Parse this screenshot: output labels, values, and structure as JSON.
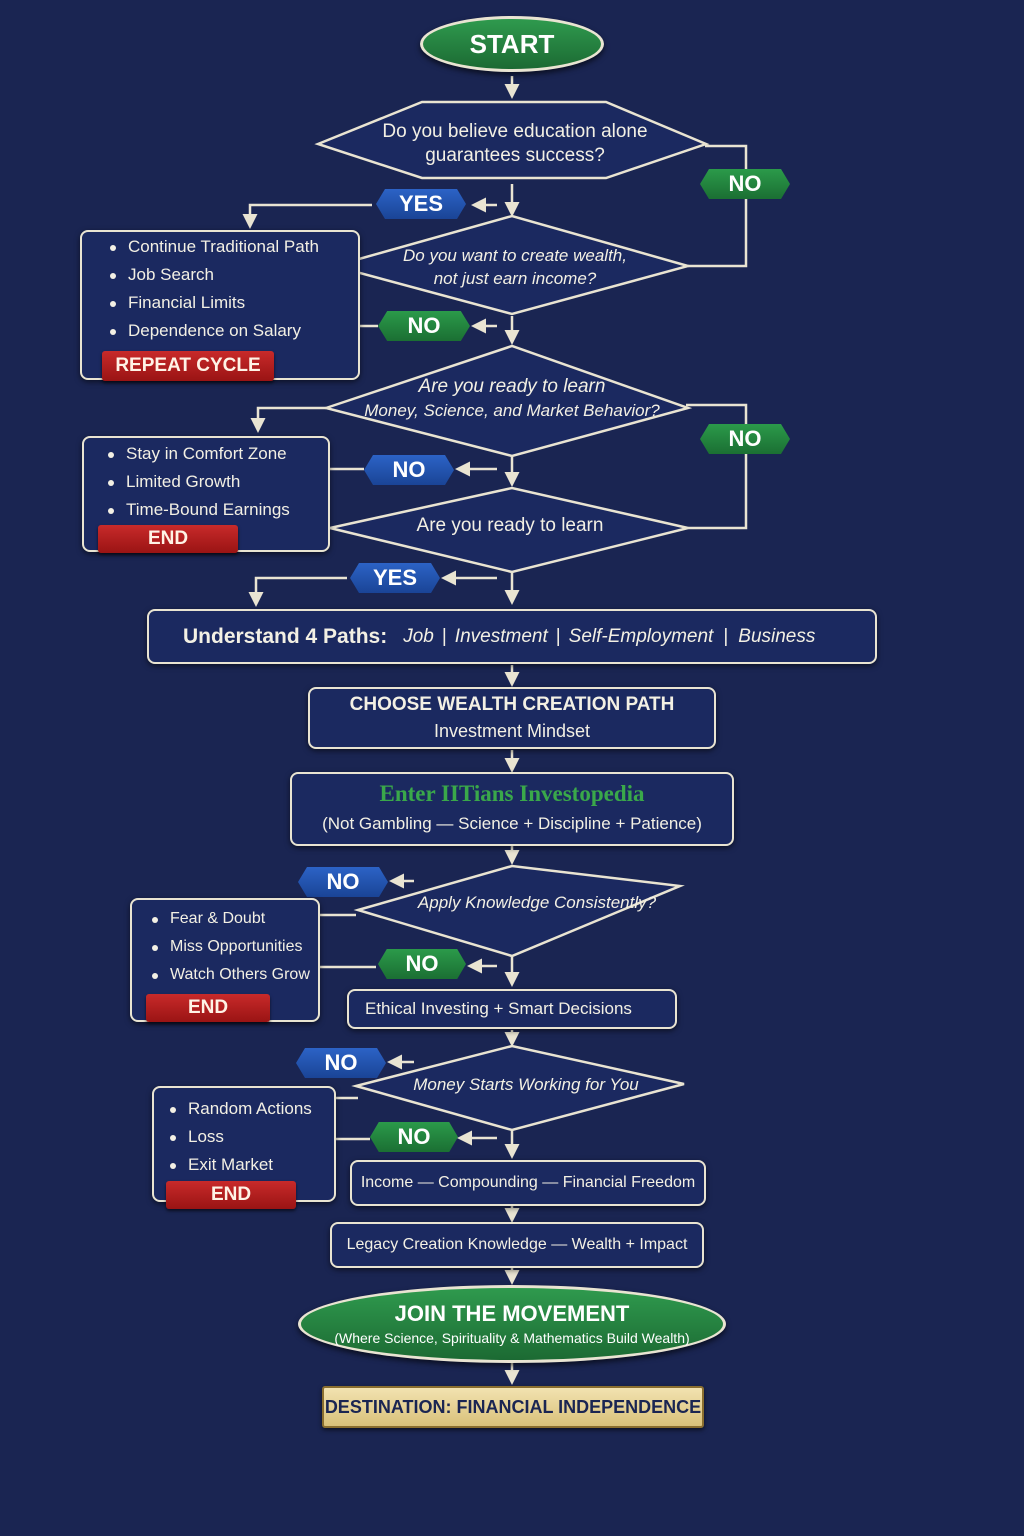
{
  "start": "START",
  "q1": {
    "line1": "Do you believe education alone",
    "line2": "guarantees success?"
  },
  "q1_no": "NO",
  "q1_yes": "YES",
  "q2": {
    "line1": "Do you want to create wealth,",
    "line2": "not just earn income?"
  },
  "q2_no": "NO",
  "traditional": {
    "items": [
      "Continue Traditional Path",
      "Job Search",
      "Financial Limits",
      "Dependence on Salary"
    ],
    "result": "REPEAT CYCLE"
  },
  "q3": {
    "line1": "Are you ready to learn",
    "line2": "Money, Science, and Market Behavior?"
  },
  "q3_no_right": "NO",
  "q3_no_left": "NO",
  "comfort": {
    "items": [
      "Stay in Comfort Zone",
      "Limited Growth",
      "Time-Bound Earnings"
    ],
    "result": "END"
  },
  "q4": {
    "line1": "Are you ready to learn"
  },
  "q4_yes": "YES",
  "paths": {
    "label": "Understand 4 Paths:",
    "items": [
      "Job",
      "Investment",
      "Self-Employment",
      "Business"
    ]
  },
  "choose": {
    "line1": "CHOOSE WEALTH CREATION PATH",
    "line2": "Investment Mindset"
  },
  "enter": {
    "line1": "Enter IITians Investopedia",
    "line2": "(Not Gambling — Science + Discipline + Patience)"
  },
  "q5": {
    "label": "Apply Knowledge Consistently?",
    "no_top": "NO",
    "no_side": "NO"
  },
  "fear": {
    "items": [
      "Fear & Doubt",
      "Miss Opportunities",
      "Watch Others Grow"
    ],
    "result": "END"
  },
  "ethical": "Ethical Investing + Smart Decisions",
  "q6": {
    "label": "Money Starts Working for You",
    "no_top": "NO",
    "no_side": "NO"
  },
  "random": {
    "items": [
      "Random Actions",
      "Loss",
      "Exit Market"
    ],
    "result": "END"
  },
  "income": "Income — Compounding — Financial Freedom",
  "legacy": "Legacy Creation Knowledge — Wealth + Impact",
  "join": {
    "line1": "JOIN THE MOVEMENT",
    "line2": "(Where Science, Spirituality & Mathematics Build Wealth)"
  },
  "destination": "DESTINATION: FINANCIAL INDEPENDENCE",
  "colors": {
    "background": "#1a2552",
    "node": "#1b2960",
    "border": "#e9e4d2",
    "green": "#2b9a4a",
    "blue": "#2c63c6",
    "red": "#b31f1f",
    "gold": "#e8d49a",
    "highlight_text": "#3aa84a"
  }
}
